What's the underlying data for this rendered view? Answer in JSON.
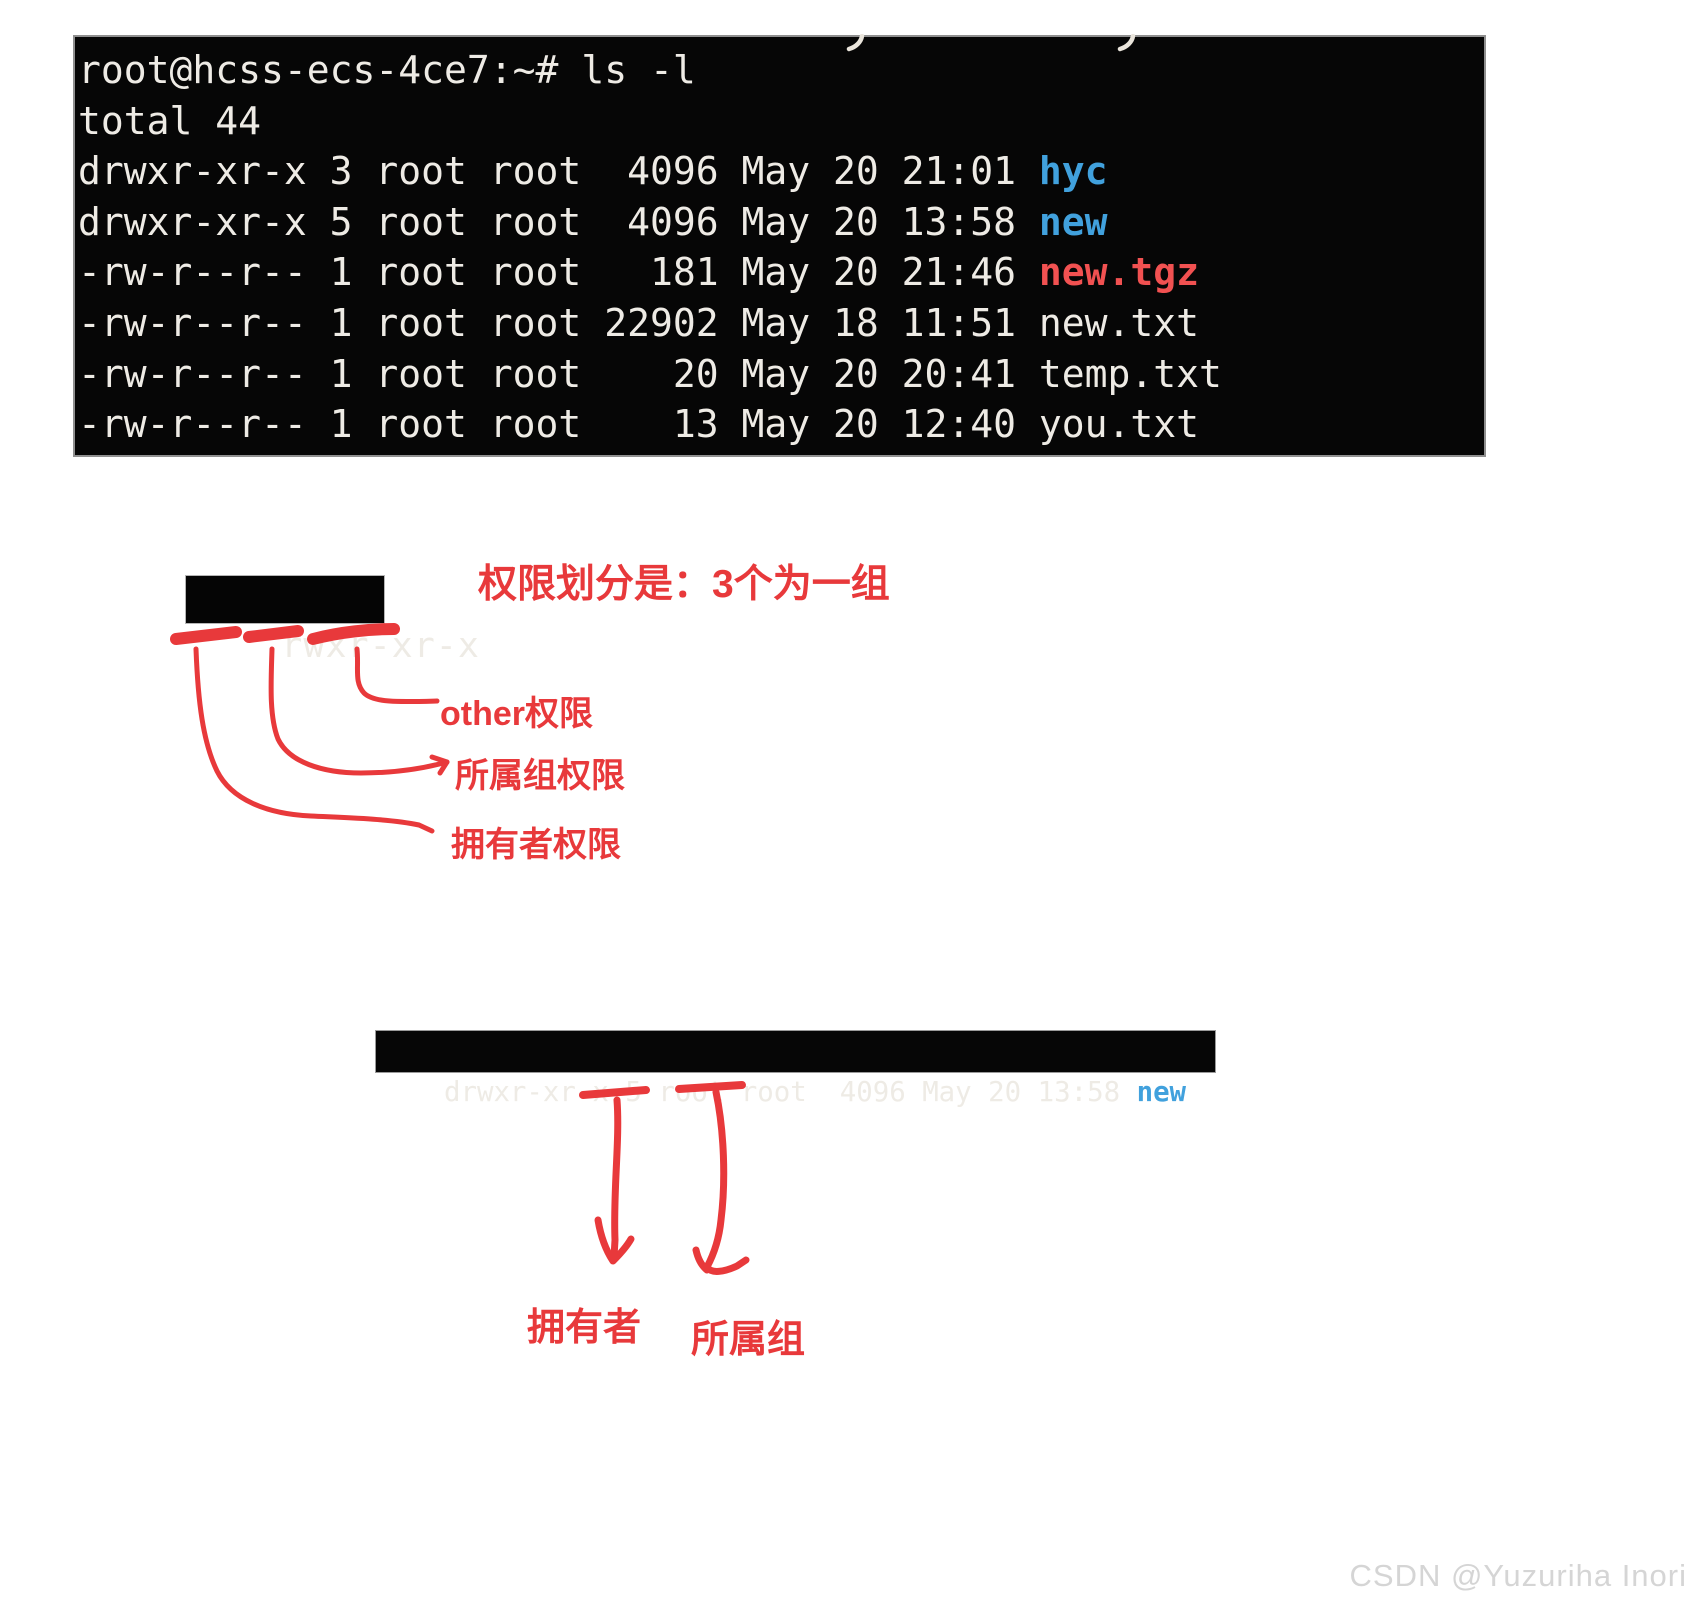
{
  "colors": {
    "annotation_red": "#e8393b",
    "dir_blue": "#41a1dd",
    "archive_red": "#f15151",
    "terminal_bg": "#060606",
    "terminal_fg": "#eeebe5",
    "watermark_gray": "#d5d5d5"
  },
  "terminal": {
    "lines": [
      {
        "segments": [
          {
            "text": "root@hcss-ecs-4ce7:~# ls -l",
            "color": "fg"
          }
        ]
      },
      {
        "segments": [
          {
            "text": "total 44",
            "color": "fg"
          }
        ]
      },
      {
        "segments": [
          {
            "text": "drwxr-xr-x 3 root root  4096 May 20 21:01 ",
            "color": "fg"
          },
          {
            "text": "hyc",
            "color": "dir"
          }
        ]
      },
      {
        "segments": [
          {
            "text": "drwxr-xr-x 5 root root  4096 May 20 13:58 ",
            "color": "fg"
          },
          {
            "text": "new",
            "color": "dir"
          }
        ]
      },
      {
        "segments": [
          {
            "text": "-rw-r--r-- 1 root root   181 May 20 21:46 ",
            "color": "fg"
          },
          {
            "text": "new.tgz",
            "color": "archive"
          }
        ]
      },
      {
        "segments": [
          {
            "text": "-rw-r--r-- 1 root root 22902 May 18 11:51 new.txt",
            "color": "fg"
          }
        ]
      },
      {
        "segments": [
          {
            "text": "-rw-r--r-- 1 root root    20 May 20 20:41 temp.txt",
            "color": "fg"
          }
        ]
      },
      {
        "segments": [
          {
            "text": "-rw-r--r-- 1 root root    13 May 20 12:40 you.txt",
            "color": "fg"
          }
        ]
      }
    ]
  },
  "permission_diagram": {
    "sample_text": "rwxr-xr-x",
    "title": "权限划分是：3个为一组",
    "other_label": "other权限",
    "group_label": "所属组权限",
    "owner_label": "拥有者权限"
  },
  "highlight_line": {
    "segments": [
      {
        "text": "drwxr-xr-x 5 root root  4096 May 20 13:58 ",
        "color": "fg"
      },
      {
        "text": "new",
        "color": "dir"
      }
    ]
  },
  "owner_group_diagram": {
    "owner_label": "拥有者",
    "group_label": "所属组"
  },
  "watermark": "CSDN @Yuzuriha  Inori"
}
